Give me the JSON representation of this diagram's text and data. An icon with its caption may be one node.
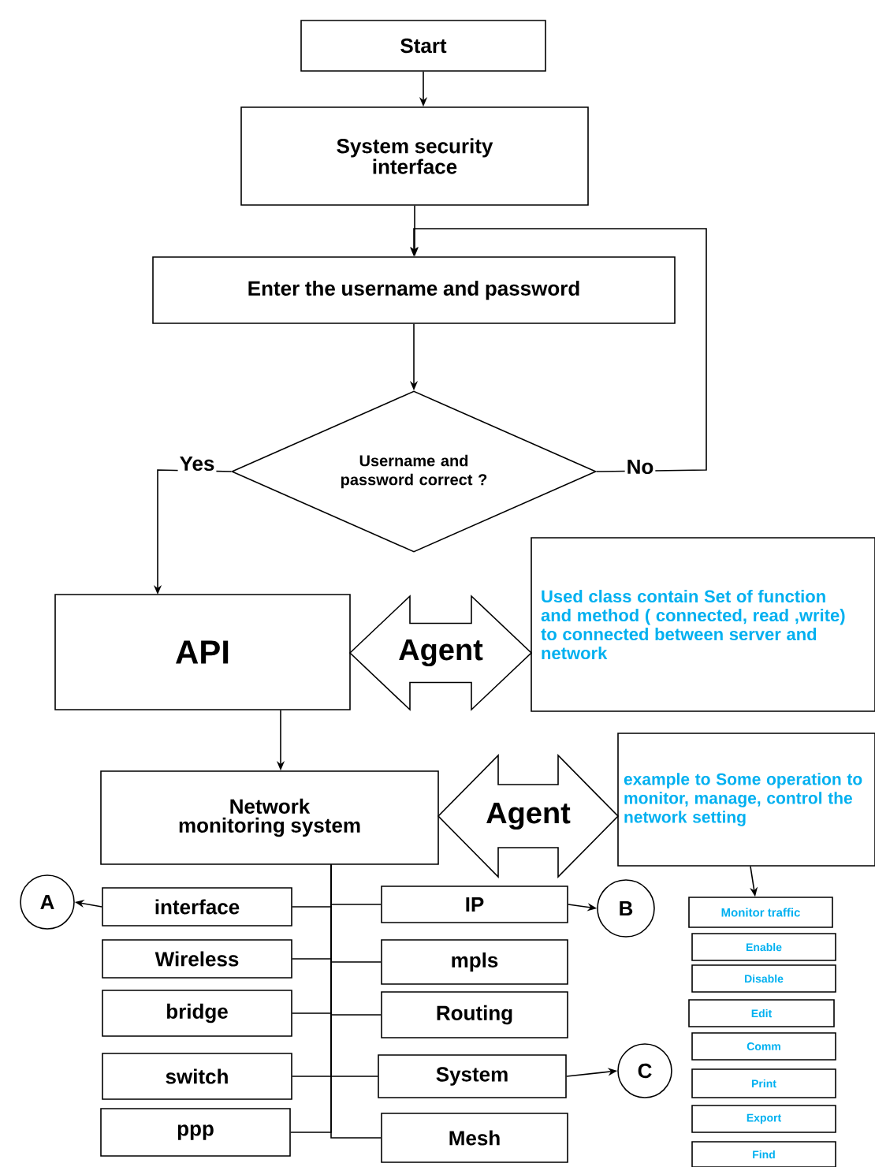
{
  "diagram": {
    "nodes": [
      {
        "text": [
          "Start"
        ]
      },
      {
        "text": [
          "System security interface"
        ]
      },
      {
        "text": [
          "Enter the username and password"
        ]
      },
      {
        "text": [
          "Username and password correct ?"
        ]
      },
      {
        "text": [
          "API"
        ]
      },
      {
        "text": [
          "Used  class contain  Set of function and method ( connected, read ,write) to connected  between  server and network"
        ]
      },
      {
        "text": [
          "Network monitoring system"
        ]
      },
      {
        "text": [
          "example to Some operation to monitor, manage, control the network setting"
        ]
      },
      {
        "text": [
          "interface"
        ]
      },
      {
        "text": [
          "IP"
        ]
      },
      {
        "text": [
          "Wireless"
        ]
      },
      {
        "text": [
          "mpls"
        ]
      },
      {
        "text": [
          "bridge"
        ]
      },
      {
        "text": [
          "Routing"
        ]
      },
      {
        "text": [
          "switch"
        ]
      },
      {
        "text": [
          "System"
        ]
      },
      {
        "text": [
          "ppp"
        ]
      },
      {
        "text": [
          "Mesh"
        ]
      },
      {
        "text": [
          "A"
        ]
      },
      {
        "text": [
          "B"
        ]
      },
      {
        "text": [
          "C"
        ]
      },
      {
        "text": [
          "Monitor traffic"
        ]
      },
      {
        "text": [
          "Enable"
        ]
      },
      {
        "text": [
          "Disable"
        ]
      },
      {
        "text": [
          "Edit"
        ]
      },
      {
        "text": [
          "Comm"
        ]
      },
      {
        "text": [
          "Print"
        ]
      },
      {
        "text": [
          "Export"
        ]
      },
      {
        "text": [
          "Find"
        ]
      }
    ],
    "edges": [
      {
        "from": 0,
        "to": 1,
        "arrow": "to"
      },
      {
        "from": 1,
        "to": 2,
        "arrow": "to"
      },
      {
        "from": 2,
        "to": 3,
        "arrow": "to"
      },
      {
        "from": 3,
        "to": 4,
        "arrow": "to",
        "label": "Yes"
      },
      {
        "from": 3,
        "to": 2,
        "arrow": "to",
        "label": "No"
      },
      {
        "from": 4,
        "to": 6,
        "arrow": "to"
      },
      {
        "from": 7,
        "to": 21,
        "arrow": "to"
      },
      {
        "from": 6,
        "to": 8,
        "arrow": "none"
      },
      {
        "from": 6,
        "to": 9,
        "arrow": "none"
      },
      {
        "from": 6,
        "to": 10,
        "arrow": "none"
      },
      {
        "from": 6,
        "to": 11,
        "arrow": "none"
      },
      {
        "from": 6,
        "to": 12,
        "arrow": "none"
      },
      {
        "from": 6,
        "to": 13,
        "arrow": "none"
      },
      {
        "from": 6,
        "to": 14,
        "arrow": "none"
      },
      {
        "from": 6,
        "to": 15,
        "arrow": "none"
      },
      {
        "from": 6,
        "to": 16,
        "arrow": "none"
      },
      {
        "from": 6,
        "to": 17,
        "arrow": "none"
      },
      {
        "from": 8,
        "to": 18,
        "arrow": "to"
      },
      {
        "from": 9,
        "to": 19,
        "arrow": "to"
      },
      {
        "from": 15,
        "to": 20,
        "arrow": "to"
      },
      {
        "from": 4,
        "to": 5,
        "arrow": "both",
        "label": "Agent"
      },
      {
        "from": 6,
        "to": 7,
        "arrow": "both",
        "label": "Agent"
      }
    ]
  }
}
